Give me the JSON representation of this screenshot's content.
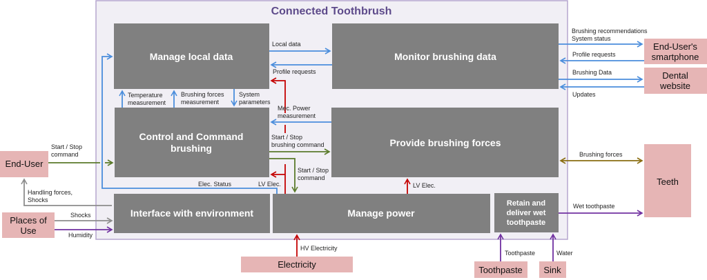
{
  "title": "Connected Toothbrush",
  "colors": {
    "data": "#4a8ddc",
    "command": "#5a7a2a",
    "power": "#c40000",
    "environment": "#8c8c8c",
    "fluid": "#7030a0",
    "mechanical": "#8a6d10",
    "function_box": "#808080",
    "external_box": "#e6b5b5",
    "boundary_fill": "#f1eff5",
    "boundary_stroke": "#b6a6cf",
    "title": "#5d4a8a"
  },
  "functions": {
    "manage_local_data": "Manage local data",
    "monitor_brushing_data": "Monitor brushing data",
    "control_command": [
      "Control and Command",
      "brushing"
    ],
    "provide_brushing_forces": "Provide brushing forces",
    "interface_environment": "Interface with environment",
    "manage_power": "Manage power",
    "retain_deliver": [
      "Retain and",
      "deliver wet",
      "toothpaste"
    ]
  },
  "externals": {
    "end_user": "End-User",
    "smartphone": [
      "End-User's",
      "smartphone"
    ],
    "dental_website": [
      "Dental",
      "website"
    ],
    "teeth": "Teeth",
    "places_of_use": [
      "Places of",
      "Use"
    ],
    "electricity": "Electricity",
    "toothpaste": "Toothpaste",
    "sink": "Sink"
  },
  "flows": {
    "local_data": "Local data",
    "profile_requests_in": "Profile requests",
    "temperature": [
      "Temperature",
      "measurement"
    ],
    "brushing_forces_meas": [
      "Brushing forces",
      "measurement"
    ],
    "system_parameters": [
      "System",
      "parameters"
    ],
    "mec_power": [
      "Mec. Power",
      "measurement"
    ],
    "start_stop_brushing": [
      "Start / Stop",
      "brushing command"
    ],
    "start_stop_command_power": [
      "Start / Stop",
      "command"
    ],
    "lv_elec_cc": "LV Elec.",
    "elec_status": "Elec. Status",
    "lv_elec_pbf": "LV Elec.",
    "start_stop_user": [
      "Start / Stop",
      "command"
    ],
    "handling_forces": [
      "Handling forces,",
      "Shocks"
    ],
    "shocks": "Shocks",
    "humidity": "Humidity",
    "hv_electricity": "HV Electricity",
    "recommendations": [
      "Brushing recommendations",
      "System status"
    ],
    "profile_requests_out": "Profile requests",
    "brushing_data": "Brushing Data",
    "updates": "Updates",
    "brushing_forces": "Brushing forces",
    "wet_toothpaste": "Wet toothpaste",
    "toothpaste_in": "Toothpaste",
    "water": "Water"
  }
}
